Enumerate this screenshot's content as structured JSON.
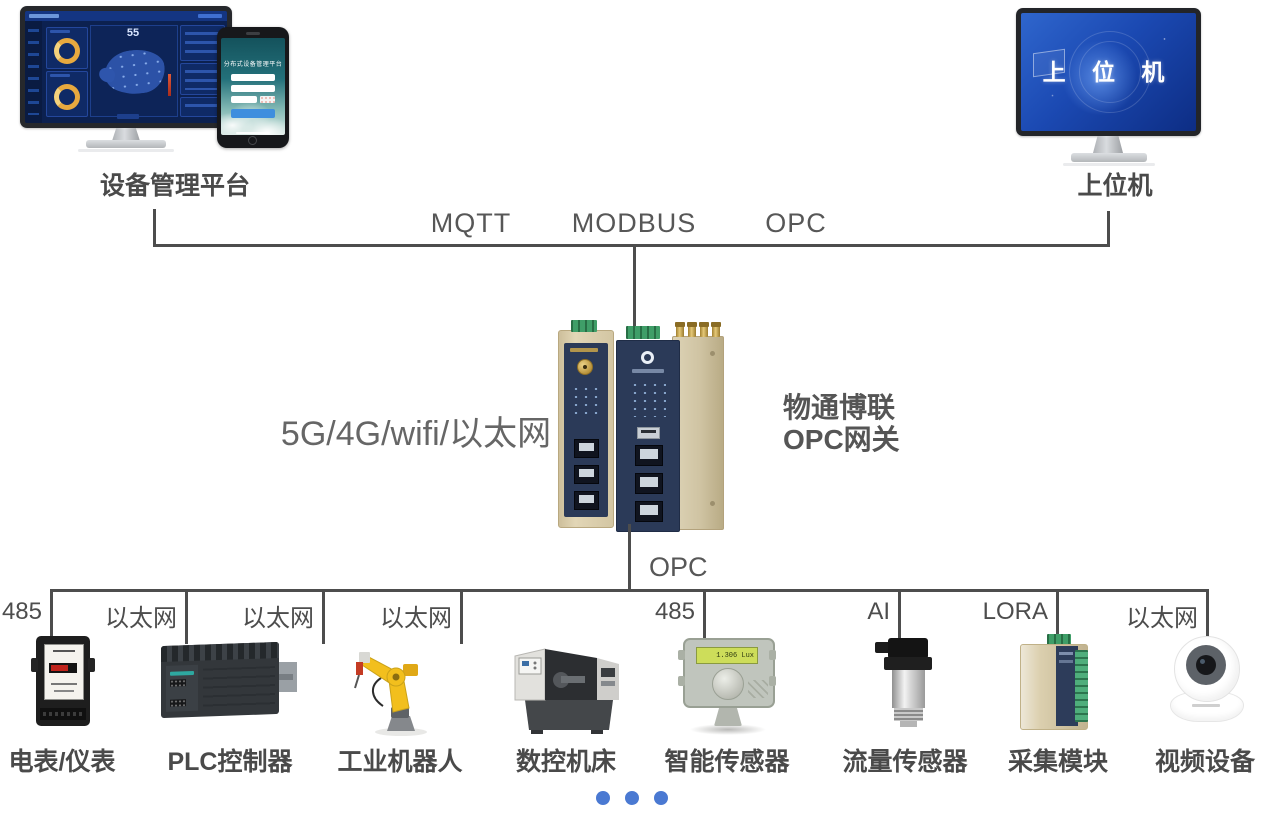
{
  "page": {
    "background": "#ffffff"
  },
  "colors": {
    "connector_line": "#4d4d4d",
    "device_label_text": "#4a4a4a",
    "protocol_text": "#575757",
    "carousel_dot": "#4a79d2",
    "gateway_panel_navy": "#2b3a58",
    "gateway_case_tan": "#d8cba9",
    "terminal_green": "#3f9e68",
    "antenna_gold": "#c9a23f",
    "dashboard_navy": "#0c2150",
    "gauge_orange": "#e7a93f",
    "host_screen_blue": "#1b49b2",
    "phone_teal": "#23707a",
    "login_button_blue": "#3e8ede",
    "robot_yellow": "#f2bf1d"
  },
  "top_left": {
    "label": "设备管理平台",
    "dashboard": {
      "center_value": "55"
    },
    "phone": {
      "title": "分布式设备管理平台"
    }
  },
  "top_right": {
    "label": "上位机",
    "screen_text": "上 位 机"
  },
  "top_bus": {
    "protocols": [
      "MQTT",
      "MODBUS",
      "OPC"
    ]
  },
  "gateway": {
    "left_note": "5G/4G/wifi/以太网",
    "name_line1": "物通博联",
    "name_line2": "OPC网关",
    "downlink_protocol": "OPC"
  },
  "devices": [
    {
      "protocol": "485",
      "name": "电表/仪表"
    },
    {
      "protocol": "以太网",
      "name": "PLC控制器"
    },
    {
      "protocol": "以太网",
      "name": "工业机器人"
    },
    {
      "protocol": "以太网",
      "name": "数控机床"
    },
    {
      "protocol": "485",
      "name": "智能传感器"
    },
    {
      "protocol": "AI",
      "name": "流量传感器"
    },
    {
      "protocol": "LORA",
      "name": "采集模块"
    },
    {
      "protocol": "以太网",
      "name": "视频设备"
    }
  ],
  "sensor_display": {
    "reading": "1.306 Lux"
  },
  "carousel": {
    "dot_count": 3
  }
}
